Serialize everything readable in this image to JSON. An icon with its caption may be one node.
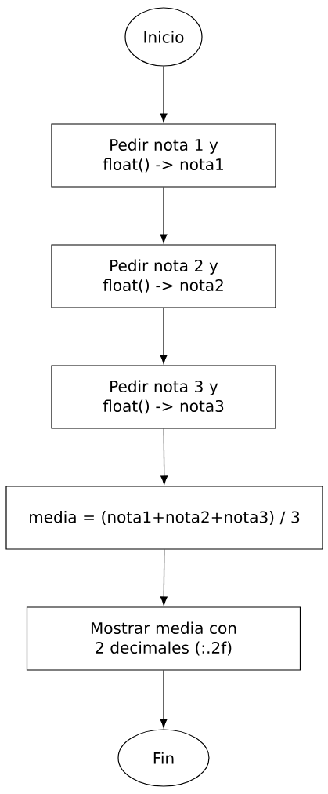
{
  "diagram": {
    "nodes": [
      {
        "text": [
          "Inicio"
        ]
      },
      {
        "text": [
          "Pedir nota 1 y float() -> nota1"
        ]
      },
      {
        "text": [
          "Pedir nota 2 y float() -> nota2"
        ]
      },
      {
        "text": [
          "Pedir nota 3 y float() -> nota3"
        ]
      },
      {
        "text": [
          "media = (nota1+nota2+nota3) / 3"
        ]
      },
      {
        "text": [
          "Mostrar media con 2 decimales (:.2f)"
        ]
      },
      {
        "text": [
          "Fin"
        ]
      }
    ],
    "edges": [
      {
        "from": 0,
        "to": 1,
        "arrow": "to"
      },
      {
        "from": 1,
        "to": 2,
        "arrow": "to"
      },
      {
        "from": 2,
        "to": 3,
        "arrow": "to"
      },
      {
        "from": 3,
        "to": 4,
        "arrow": "to"
      },
      {
        "from": 4,
        "to": 5,
        "arrow": "to"
      },
      {
        "from": 5,
        "to": 6,
        "arrow": "to"
      }
    ]
  }
}
